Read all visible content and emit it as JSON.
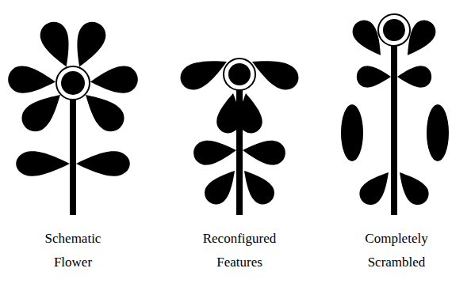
{
  "diagram": {
    "labels": [
      "Schematic Flower",
      "Reconfigured Features",
      "Completely Scrambled"
    ]
  }
}
